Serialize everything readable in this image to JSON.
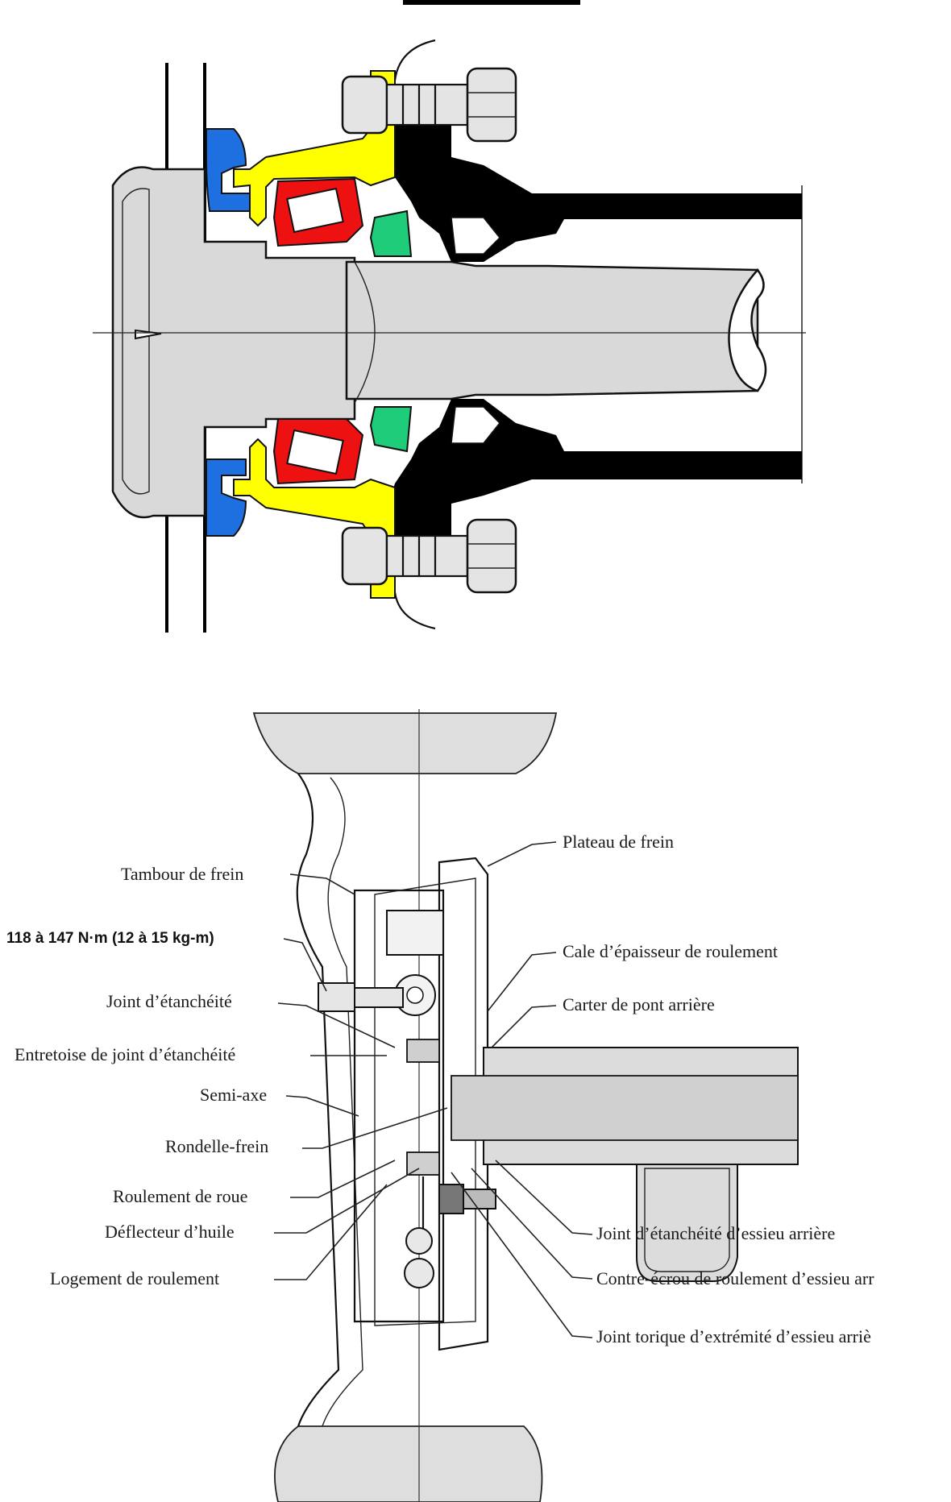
{
  "colors": {
    "retainer_blue": "#1e6fe0",
    "housing_yellow": "#ffff00",
    "bearing_red": "#ee1111",
    "washer_green": "#1ecc7a",
    "axle_gray": "#d9d9d9",
    "casing_black": "#000000"
  },
  "labels": {
    "plateau_de_frein": "Plateau de frein",
    "tambour_de_frein": "Tambour de frein",
    "couple_serrage": "118 à 147 N·m (12 à 15 kg-m)",
    "cale_epaisseur": "Cale d’épaisseur de roulement",
    "joint_etancheite": "Joint d’étanchéité",
    "carter_pont": "Carter de pont arrière",
    "entretoise_joint": "Entretoise de joint d’étanchéité",
    "semi_axe": "Semi-axe",
    "rondelle_frein": "Rondelle-frein",
    "roulement_roue": "Roulement de roue",
    "deflecteur_huile": "Déflecteur d’huile",
    "logement_roulement": "Logement de roulement",
    "joint_essieu": "Joint d’étanchéité d’essieu arrière",
    "contre_ecrou": "Contre-écrou de roulement d’essieu arr",
    "joint_torique": "Joint torique d’extrémité d’essieu arriè"
  }
}
